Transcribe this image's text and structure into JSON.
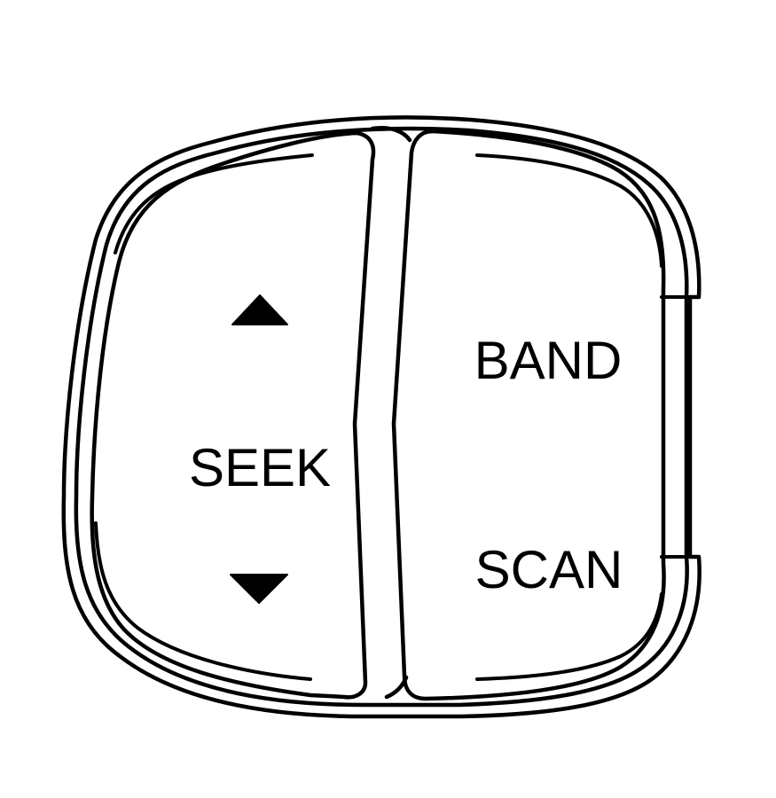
{
  "left_button": {
    "label": "SEEK",
    "up_icon": "triangle-up-icon",
    "down_icon": "triangle-down-icon"
  },
  "right_button": {
    "top_label": "BAND",
    "bottom_label": "SCAN"
  },
  "colors": {
    "line": "#000000",
    "background": "#ffffff"
  }
}
